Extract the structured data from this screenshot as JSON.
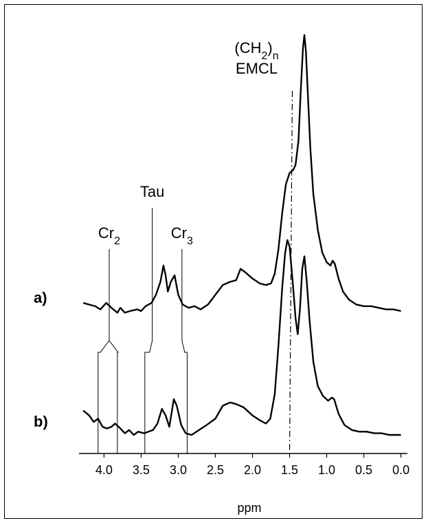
{
  "chart_data": {
    "type": "line",
    "xlabel": "ppm",
    "xlim": [
      4.3,
      -0.05
    ],
    "x_inverted": true,
    "xticks": [
      {
        "v": 4.0,
        "t": "4.0"
      },
      {
        "v": 3.5,
        "t": "3.5"
      },
      {
        "v": 3.0,
        "t": "3.0"
      },
      {
        "v": 2.5,
        "t": "2.5"
      },
      {
        "v": 2.0,
        "t": "2.0"
      },
      {
        "v": 1.5,
        "t": "1.5"
      },
      {
        "v": 1.0,
        "t": "1.0"
      },
      {
        "v": 0.5,
        "t": "0.5"
      },
      {
        "v": 0.0,
        "t": "0.0"
      }
    ],
    "y_axis_shown": false,
    "grid": false,
    "series": [
      {
        "name": "a)",
        "color": "#000000",
        "points": [
          [
            4.28,
            0.05
          ],
          [
            4.2,
            0.04
          ],
          [
            4.12,
            0.03
          ],
          [
            4.05,
            0.01
          ],
          [
            3.97,
            0.05
          ],
          [
            3.9,
            0.02
          ],
          [
            3.82,
            -0.01
          ],
          [
            3.78,
            0.02
          ],
          [
            3.72,
            -0.01
          ],
          [
            3.65,
            0.0
          ],
          [
            3.55,
            0.01
          ],
          [
            3.5,
            0.0
          ],
          [
            3.44,
            0.03
          ],
          [
            3.36,
            0.05
          ],
          [
            3.3,
            0.1
          ],
          [
            3.24,
            0.18
          ],
          [
            3.2,
            0.28
          ],
          [
            3.17,
            0.22
          ],
          [
            3.14,
            0.12
          ],
          [
            3.1,
            0.18
          ],
          [
            3.05,
            0.22
          ],
          [
            3.0,
            0.1
          ],
          [
            2.94,
            0.04
          ],
          [
            2.86,
            0.02
          ],
          [
            2.78,
            0.03
          ],
          [
            2.7,
            0.01
          ],
          [
            2.6,
            0.04
          ],
          [
            2.5,
            0.1
          ],
          [
            2.4,
            0.16
          ],
          [
            2.3,
            0.18
          ],
          [
            2.22,
            0.19
          ],
          [
            2.16,
            0.26
          ],
          [
            2.1,
            0.24
          ],
          [
            2.0,
            0.2
          ],
          [
            1.9,
            0.17
          ],
          [
            1.82,
            0.16
          ],
          [
            1.75,
            0.17
          ],
          [
            1.7,
            0.23
          ],
          [
            1.65,
            0.38
          ],
          [
            1.6,
            0.6
          ],
          [
            1.55,
            0.78
          ],
          [
            1.5,
            0.85
          ],
          [
            1.45,
            0.87
          ],
          [
            1.42,
            0.9
          ],
          [
            1.38,
            1.05
          ],
          [
            1.35,
            1.35
          ],
          [
            1.32,
            1.62
          ],
          [
            1.3,
            1.7
          ],
          [
            1.28,
            1.6
          ],
          [
            1.25,
            1.3
          ],
          [
            1.22,
            1.0
          ],
          [
            1.18,
            0.72
          ],
          [
            1.12,
            0.5
          ],
          [
            1.06,
            0.36
          ],
          [
            1.0,
            0.3
          ],
          [
            0.95,
            0.28
          ],
          [
            0.92,
            0.31
          ],
          [
            0.89,
            0.29
          ],
          [
            0.84,
            0.2
          ],
          [
            0.78,
            0.12
          ],
          [
            0.7,
            0.07
          ],
          [
            0.6,
            0.04
          ],
          [
            0.5,
            0.03
          ],
          [
            0.4,
            0.03
          ],
          [
            0.3,
            0.02
          ],
          [
            0.2,
            0.01
          ],
          [
            0.1,
            0.01
          ],
          [
            0.0,
            0.0
          ]
        ]
      },
      {
        "name": "b)",
        "color": "#000000",
        "points": [
          [
            4.28,
            0.15
          ],
          [
            4.2,
            0.12
          ],
          [
            4.14,
            0.08
          ],
          [
            4.08,
            0.1
          ],
          [
            4.02,
            0.05
          ],
          [
            3.96,
            0.04
          ],
          [
            3.9,
            0.05
          ],
          [
            3.85,
            0.07
          ],
          [
            3.78,
            0.04
          ],
          [
            3.72,
            0.01
          ],
          [
            3.66,
            0.03
          ],
          [
            3.6,
            0.0
          ],
          [
            3.54,
            0.02
          ],
          [
            3.46,
            0.01
          ],
          [
            3.4,
            0.02
          ],
          [
            3.34,
            0.03
          ],
          [
            3.28,
            0.07
          ],
          [
            3.22,
            0.16
          ],
          [
            3.17,
            0.12
          ],
          [
            3.12,
            0.05
          ],
          [
            3.06,
            0.22
          ],
          [
            3.02,
            0.18
          ],
          [
            2.96,
            0.06
          ],
          [
            2.9,
            0.01
          ],
          [
            2.82,
            0.0
          ],
          [
            2.72,
            0.03
          ],
          [
            2.62,
            0.06
          ],
          [
            2.5,
            0.1
          ],
          [
            2.4,
            0.18
          ],
          [
            2.3,
            0.2
          ],
          [
            2.22,
            0.19
          ],
          [
            2.12,
            0.17
          ],
          [
            2.0,
            0.12
          ],
          [
            1.9,
            0.09
          ],
          [
            1.82,
            0.07
          ],
          [
            1.76,
            0.1
          ],
          [
            1.7,
            0.25
          ],
          [
            1.65,
            0.55
          ],
          [
            1.6,
            0.9
          ],
          [
            1.56,
            1.12
          ],
          [
            1.53,
            1.2
          ],
          [
            1.5,
            1.16
          ],
          [
            1.46,
            0.95
          ],
          [
            1.42,
            0.72
          ],
          [
            1.39,
            0.62
          ],
          [
            1.36,
            0.78
          ],
          [
            1.33,
            1.02
          ],
          [
            1.3,
            1.1
          ],
          [
            1.27,
            0.95
          ],
          [
            1.23,
            0.7
          ],
          [
            1.18,
            0.45
          ],
          [
            1.12,
            0.3
          ],
          [
            1.05,
            0.24
          ],
          [
            0.98,
            0.21
          ],
          [
            0.93,
            0.23
          ],
          [
            0.9,
            0.22
          ],
          [
            0.84,
            0.13
          ],
          [
            0.76,
            0.06
          ],
          [
            0.66,
            0.03
          ],
          [
            0.56,
            0.02
          ],
          [
            0.46,
            0.02
          ],
          [
            0.36,
            0.01
          ],
          [
            0.26,
            0.01
          ],
          [
            0.16,
            0.0
          ],
          [
            0.08,
            0.0
          ],
          [
            0.0,
            0.0
          ]
        ]
      }
    ],
    "annotations": [
      {
        "label": "Cr",
        "sub": "2",
        "ppm": 3.93
      },
      {
        "label": "Tau",
        "sub": "",
        "ppm": 3.35
      },
      {
        "label": "Cr",
        "sub": "3",
        "ppm": 2.95
      },
      {
        "label": "(CH",
        "sub": "2",
        "label2": ")",
        "sub2": "n",
        "line2": "EMCL",
        "ppm": 1.5
      }
    ]
  }
}
